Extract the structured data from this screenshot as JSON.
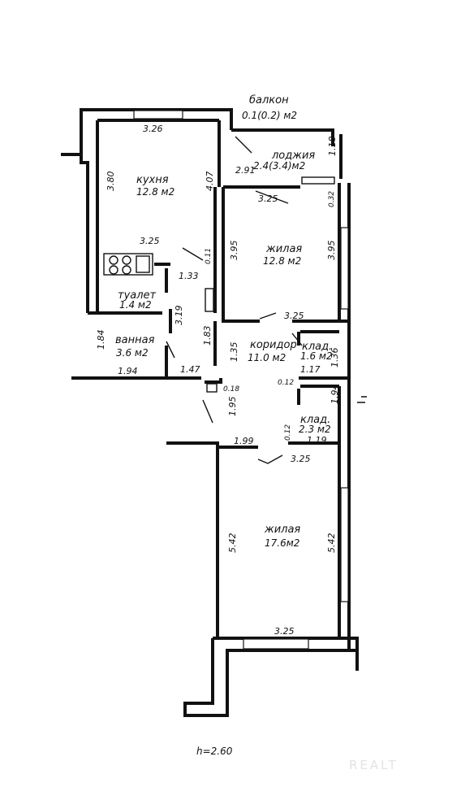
{
  "plan": {
    "height_note": "h=2.60",
    "watermark": "REALT",
    "rooms": {
      "balcony": {
        "name": "балкон",
        "area": "0.1(0.2) м2"
      },
      "loggia": {
        "name": "лоджия",
        "area": "2.4(3.4)м2"
      },
      "kitchen": {
        "name": "кухня",
        "area": "12.8 м2"
      },
      "living1": {
        "name": "жилая",
        "area": "12.8 м2"
      },
      "toilet": {
        "name": "туалет",
        "area": "1.4 м2"
      },
      "bath": {
        "name": "ванная",
        "area": "3.6 м2"
      },
      "corridor": {
        "name": "коридор",
        "area": "11.0 м2"
      },
      "storage1": {
        "name": "клад.",
        "area": "1.6 м2"
      },
      "storage2": {
        "name": "клад.",
        "area": "2.3 м2"
      },
      "living2": {
        "name": "жилая",
        "area": "17.6м2"
      }
    },
    "dimensions": {
      "kitchen_top": "3.26",
      "kitchen_left": "3.80",
      "kitchen_right": "4.07",
      "kitchen_bottom": "3.25",
      "loggia_depth": "2.91",
      "loggia_side": "1.18",
      "living1_top": "3.25",
      "living1_left": "3.95",
      "living1_right": "3.95",
      "living1_bottom": "3.25",
      "wall_032": "0.32",
      "wall_011": "0.11",
      "toilet_len": "1.33",
      "toilet_height": "3.19",
      "bath_left": "1.84",
      "bath_bottom": "1.94",
      "corr_147": "1.47",
      "corr_183": "1.83",
      "corr_135": "1.35",
      "stor1_width": "1.17",
      "stor1_height": "1.36",
      "wall_012a": "0.12",
      "wall_018": "0.18",
      "corr_195": "1.95",
      "stor2_height": "1.94",
      "wall_012b": "0.12",
      "stor2_width": "1.19",
      "corr_199": "1.99",
      "living2_top": "3.25",
      "living2_left": "5.42",
      "living2_right": "5.42",
      "living2_bottom": "3.25"
    }
  }
}
